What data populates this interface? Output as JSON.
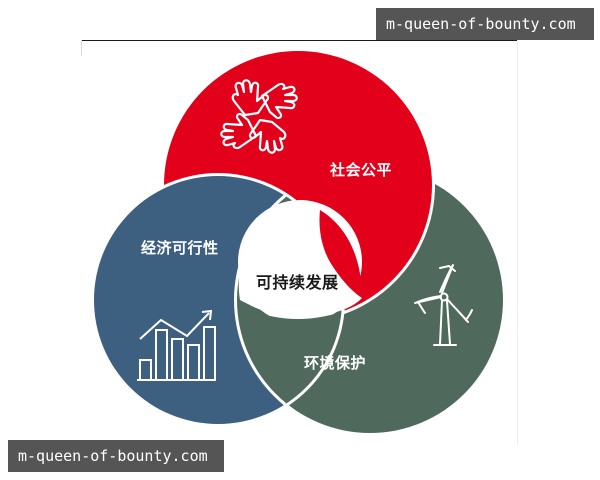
{
  "watermarks": {
    "top": "m-queen-of-bounty.com",
    "bottom": "m-queen-of-bounty.com"
  },
  "diagram": {
    "center_label": "可持续发展",
    "circles": [
      {
        "label": "社会公平",
        "icon": "hands-together-icon",
        "color": "#e2001a"
      },
      {
        "label": "经济可行性",
        "icon": "bar-chart-trend-icon",
        "color": "#3d5f80"
      },
      {
        "label": "环境保护",
        "icon": "wind-turbine-icon",
        "color": "#4f6a5c"
      }
    ],
    "center_color": "#ffffff"
  }
}
